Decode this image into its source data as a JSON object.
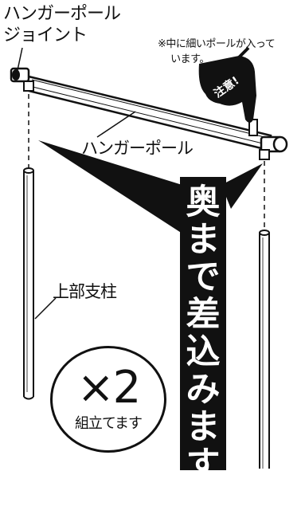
{
  "labels": {
    "joint": "ハンガーポール\nジョイント",
    "note": "※中に細いポールが入って\n　 います。",
    "hanger_pole": "ハンガーポール",
    "upper_post": "上部支柱"
  },
  "banner": {
    "text": [
      "奥",
      "ま",
      "で",
      "差",
      "込",
      "み",
      "ま",
      "す",
      "。"
    ]
  },
  "count": {
    "main": "×2",
    "sub": "組立てます"
  },
  "hand": {
    "text": "注意!"
  },
  "colors": {
    "ink": "#111111",
    "banner_bg": "#111111",
    "banner_text": "#ffffff",
    "pole_fill": "#ffffff"
  }
}
